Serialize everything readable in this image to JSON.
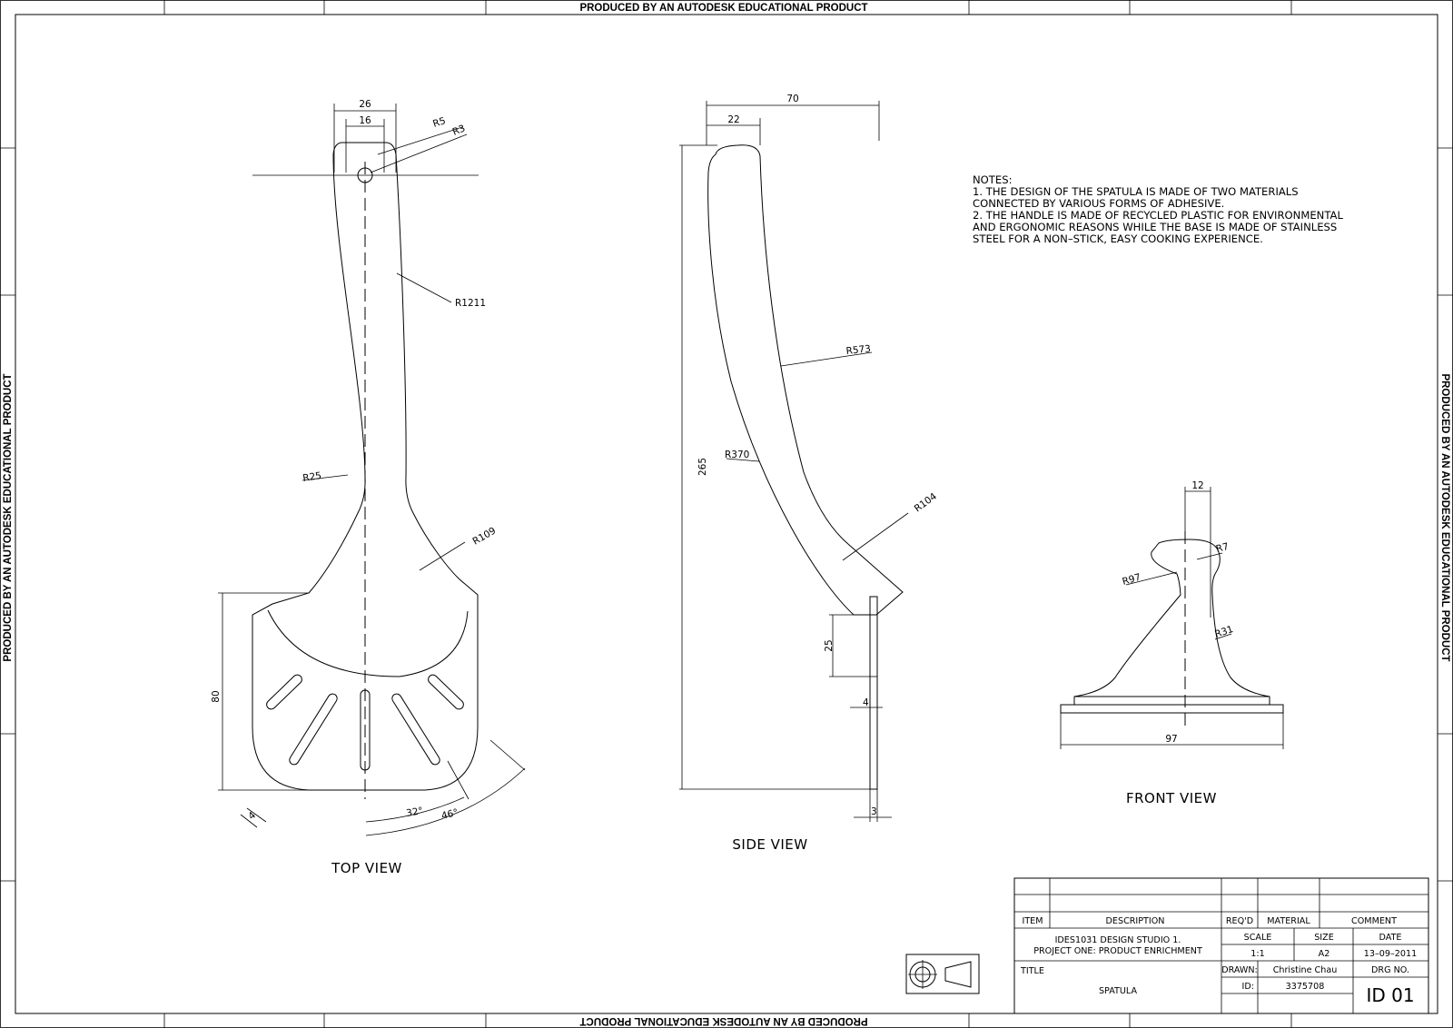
{
  "watermark": {
    "top": "PRODUCED BY AN AUTODESK EDUCATIONAL PRODUCT",
    "bottom": "PRODUCED BY AN AUTODESK EDUCATIONAL PRODUCT",
    "left": "PRODUCED BY AN AUTODESK EDUCATIONAL PRODUCT",
    "right": "PRODUCED BY AN AUTODESK EDUCATIONAL PRODUCT"
  },
  "views": {
    "top": "TOP VIEW",
    "side": "SIDE VIEW",
    "front": "FRONT VIEW"
  },
  "top_dims": {
    "width_outer": "26",
    "width_inner": "16",
    "r5": "R5",
    "r3": "R3",
    "r1211": "R1211",
    "r25": "R25",
    "r109": "R109",
    "height_80": "80",
    "slot_w": "4",
    "angle_32": "32°",
    "angle_46": "46°"
  },
  "side_dims": {
    "width_70": "70",
    "width_22": "22",
    "height_265": "265",
    "r573": "R573",
    "r370": "R370",
    "r104": "R104",
    "height_25": "25",
    "thick_4": "4",
    "thick_3": "3"
  },
  "front_dims": {
    "width_12": "12",
    "r7": "R7",
    "r97": "R97",
    "r31": "R31",
    "width_97": "97"
  },
  "notes": [
    "NOTES:",
    "1. THE DESIGN OF THE SPATULA IS MADE OF TWO MATERIALS",
    "CONNECTED BY VARIOUS FORMS OF ADHESIVE.",
    "2. THE HANDLE IS MADE OF RECYCLED PLASTIC FOR ENVIRONMENTAL",
    "AND ERGONOMIC REASONS WHILE THE BASE IS MADE OF STAINLESS",
    "STEEL FOR A NON–STICK, EASY COOKING EXPERIENCE."
  ],
  "title_block": {
    "item": "ITEM",
    "description": "DESCRIPTION",
    "reqd": "REQ'D",
    "material": "MATERIAL",
    "comment": "COMMENT",
    "project_line1": "IDES1031 DESIGN STUDIO 1.",
    "project_line2": "PROJECT ONE: PRODUCT ENRICHMENT",
    "scale_label": "SCALE",
    "scale_value": "1:1",
    "size_label": "SIZE",
    "size_value": "A2",
    "date_label": "DATE",
    "date_value": "13–09–2011",
    "title_label": "TITLE",
    "title_value": "SPATULA",
    "drawn_label": "DRAWN:",
    "drawn_value": "Christine Chau",
    "id_label": "ID:",
    "id_value": "3375708",
    "drg_label": "DRG NO.",
    "drg_value": "ID 01"
  }
}
